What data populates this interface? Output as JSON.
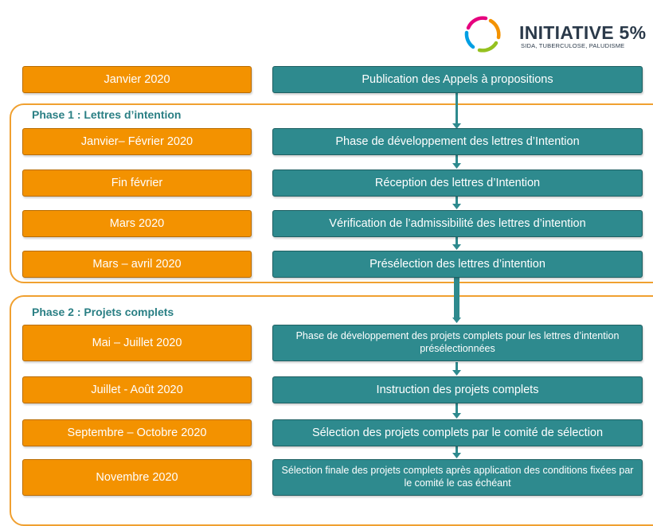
{
  "logo": {
    "name": "INITIATIVE 5%",
    "tagline": "SIDA, TUBERCULOSE, PALUDISME",
    "colors": [
      "#e6007e",
      "#f39200",
      "#95c11f",
      "#009fe3"
    ]
  },
  "colors": {
    "date_fill": "#f39200",
    "step_fill": "#2e8a8e",
    "frame": "#f0a030",
    "phase_label": "#2a7f84",
    "arrow": "#2e8a8e"
  },
  "intro": {
    "date": "Janvier 2020",
    "step": "Publication des Appels à propositions"
  },
  "phase1": {
    "label": "Phase 1 : Lettres d’intention",
    "rows": [
      {
        "date": "Janvier– Février 2020",
        "step": "Phase de développement des lettres d’Intention"
      },
      {
        "date": "Fin février",
        "step": "Réception des lettres d’Intention"
      },
      {
        "date": "Mars 2020",
        "step": "Vérification de l’admissibilité des lettres d’intention"
      },
      {
        "date": "Mars – avril 2020",
        "step": "Présélection des lettres d’intention"
      }
    ]
  },
  "phase2": {
    "label": "Phase 2 : Projets complets",
    "rows": [
      {
        "date": "Mai – Juillet 2020",
        "step": "Phase de développement des projets complets pour les lettres d’intention présélectionnées"
      },
      {
        "date": "Juillet - Août 2020",
        "step": "Instruction des projets complets"
      },
      {
        "date": "Septembre – Octobre 2020",
        "step": "Sélection des projets complets par le comité de sélection"
      },
      {
        "date": "Novembre 2020",
        "step": "Sélection finale des projets complets après application des conditions fixées par le comité le cas échéant"
      }
    ]
  }
}
